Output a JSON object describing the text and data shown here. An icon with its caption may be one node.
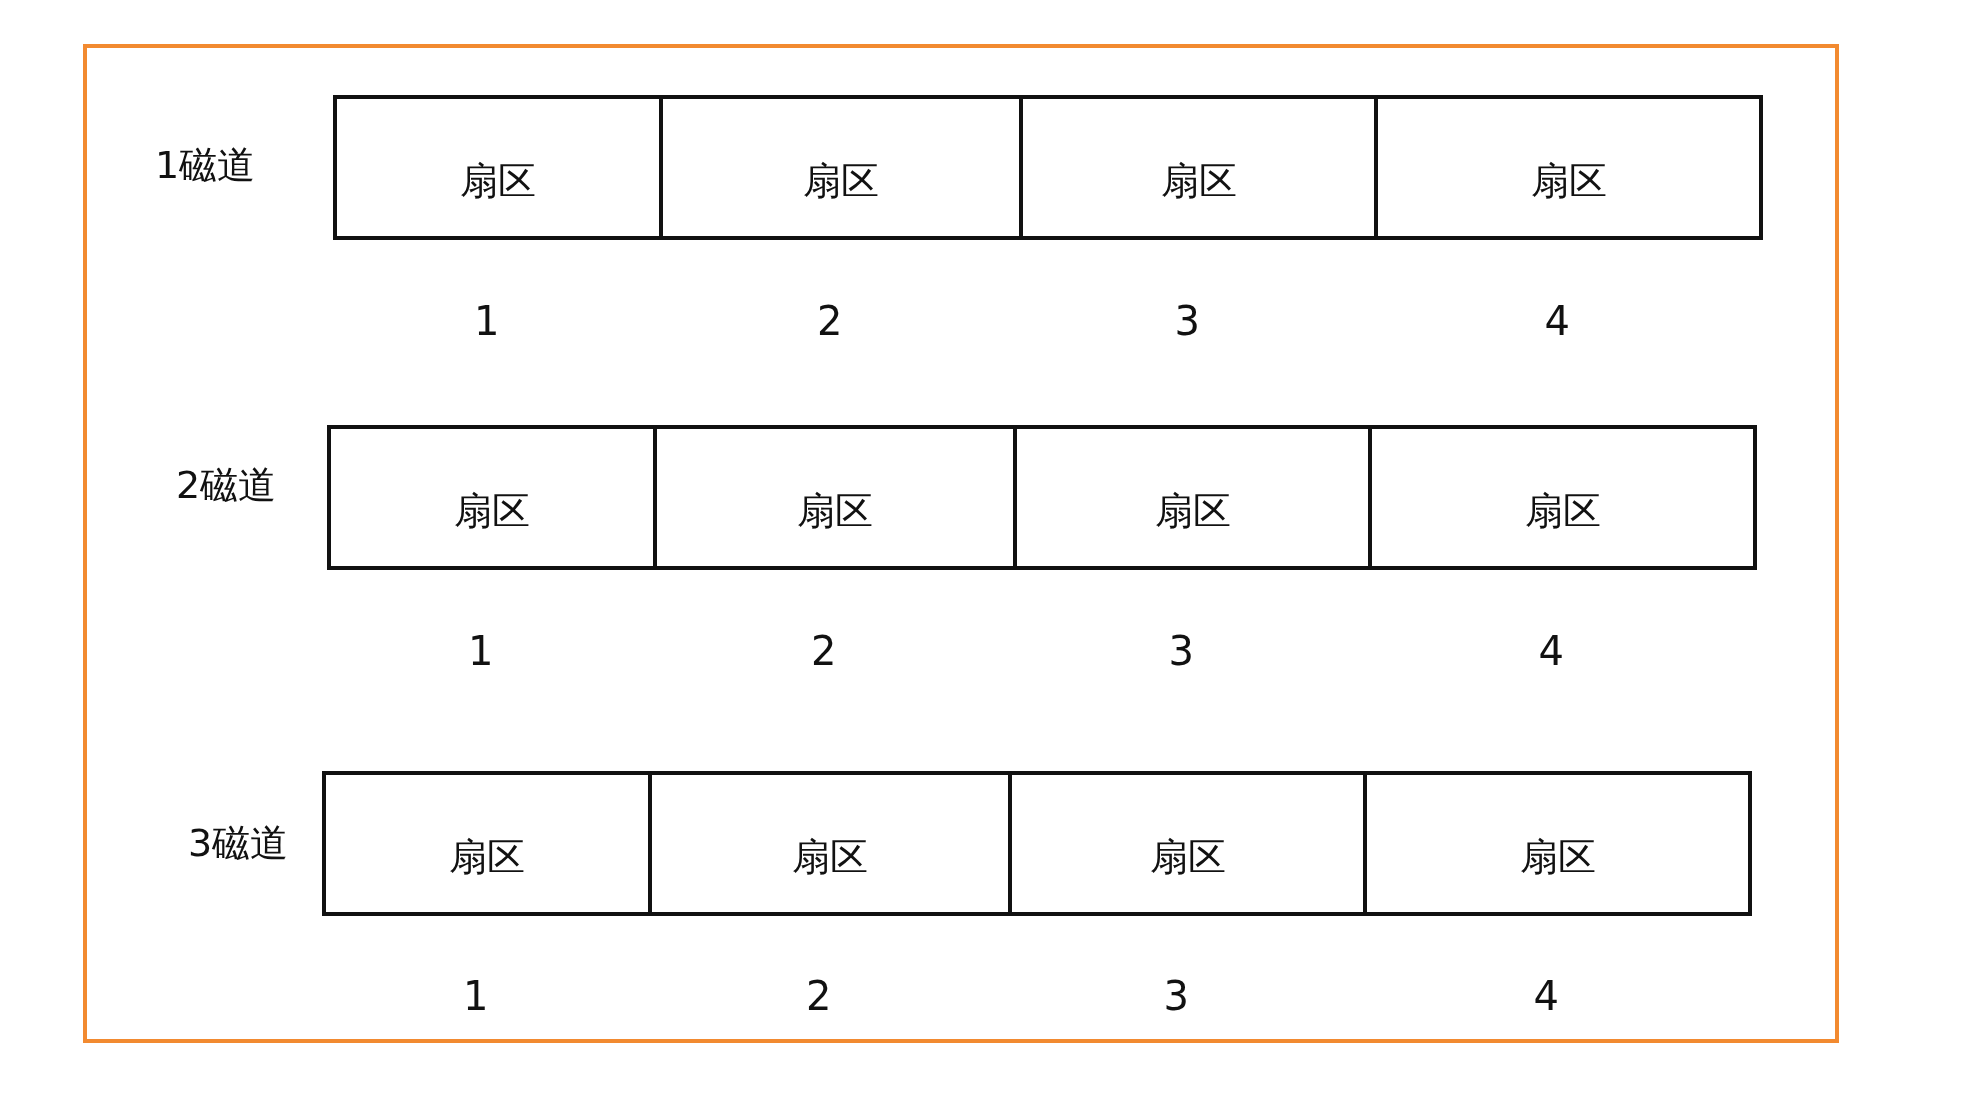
{
  "diagram": {
    "nodes": [
      {
        "text": [
          "扇区"
        ],
        "beside": [
          "1"
        ]
      },
      {
        "text": [
          "扇区"
        ],
        "beside": [
          "2"
        ]
      },
      {
        "text": [
          "扇区"
        ],
        "beside": [
          "3"
        ]
      },
      {
        "text": [
          "扇区"
        ],
        "beside": [
          "4"
        ]
      },
      {
        "text": [
          "扇区"
        ],
        "beside": [
          "1"
        ]
      },
      {
        "text": [
          "扇区"
        ],
        "beside": [
          "2"
        ]
      },
      {
        "text": [
          "扇区"
        ],
        "beside": [
          "3"
        ]
      },
      {
        "text": [
          "扇区"
        ],
        "beside": [
          "4"
        ]
      },
      {
        "text": [
          "扇区"
        ],
        "beside": [
          "1"
        ]
      },
      {
        "text": [
          "扇区"
        ],
        "beside": [
          "2"
        ]
      },
      {
        "text": [
          "扇区"
        ],
        "beside": [
          "3"
        ]
      },
      {
        "text": [
          "扇区"
        ],
        "beside": [
          "4"
        ]
      }
    ],
    "labels": [
      "1磁道",
      "2磁道",
      "3磁道"
    ]
  }
}
